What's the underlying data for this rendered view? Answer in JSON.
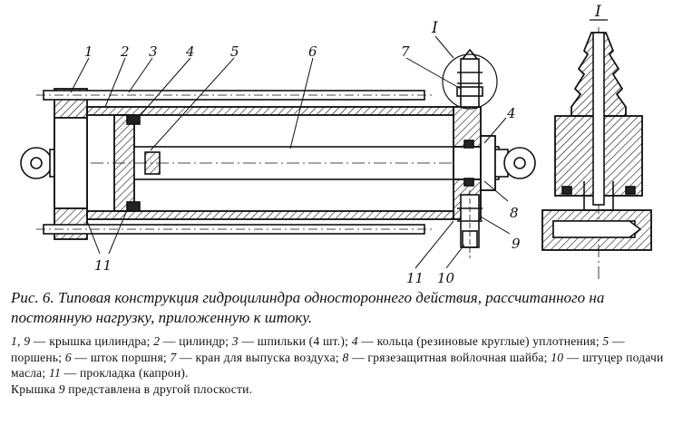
{
  "labels": {
    "l1": "1",
    "l2": "2",
    "l3": "3",
    "l4": "4",
    "l5": "5",
    "l6": "6",
    "l7": "7",
    "l4b": "4",
    "l8": "8",
    "l9": "9",
    "l11a": "11",
    "l11b": "11",
    "l10": "10",
    "detail_mark": "I",
    "detail_title": "I"
  },
  "caption": {
    "fig_label": "Рис. 6.",
    "title": "Типовая конструкция гидроцилиндра одностороннего действия, рассчитанного на постоянную нагрузку, приложенную к штоку.",
    "legend": [
      {
        "num": "1, 9",
        "text": "— крышка цилиндра;"
      },
      {
        "num": "2",
        "text": "— цилиндр;"
      },
      {
        "num": "3",
        "text": "— шпильки (4 шт.);"
      },
      {
        "num": "4",
        "text": "— кольца (резиновые круглые) уплотнения;"
      },
      {
        "num": "5",
        "text": "— поршень;"
      },
      {
        "num": "6",
        "text": "— шток поршня;"
      },
      {
        "num": "7",
        "text": "— кран для выпуска воздуха;"
      },
      {
        "num": "8",
        "text": "— грязезащитная войлочная шайба;"
      },
      {
        "num": "10",
        "text": "— штуцер подачи масла;"
      },
      {
        "num": "11",
        "text": "— прокладка (капрон)."
      }
    ],
    "note_prefix": "Крышка ",
    "note_num": "9",
    "note_suffix": " представлена в другой плоскости."
  }
}
